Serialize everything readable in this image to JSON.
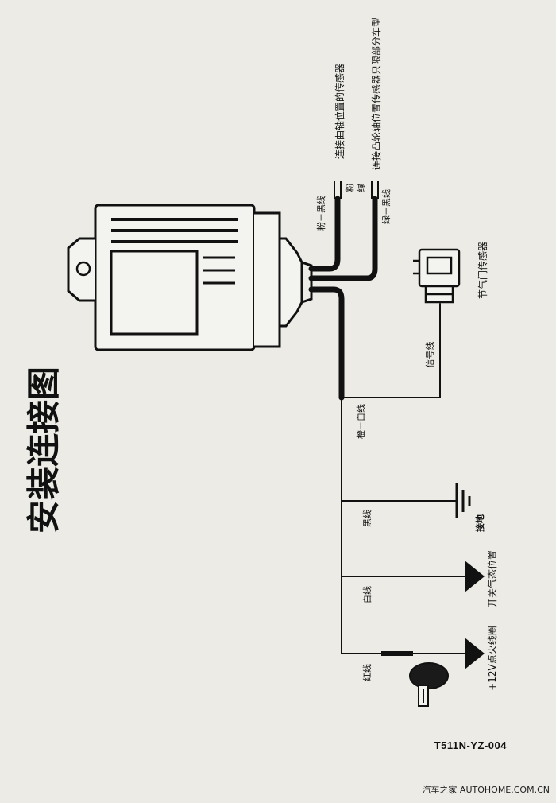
{
  "title": "安装连接图",
  "labels": {
    "pink_wire": "粉",
    "pink_black_wire": "粉－黑线",
    "crank_sensor": "连接曲轴位置的传感器",
    "green_wire": "绿",
    "green_black_wire": "绿－黑线",
    "cam_sensor": "连接凸轮轴位置传感器只限部分车型",
    "throttle_sensor": "节气门传感器",
    "signal_wire": "信号线",
    "orange_white_wire": "橙－白线",
    "black_wire": "黑线",
    "ground": "接地",
    "white_wire": "白线",
    "idle_position": "开关气态位置",
    "red_wire": "红线",
    "ignition_coil": "+12V点火线圈"
  },
  "doc_code": "T511N-YZ-004",
  "watermark": "汽车之家 AUTOHOME.COM.CN"
}
